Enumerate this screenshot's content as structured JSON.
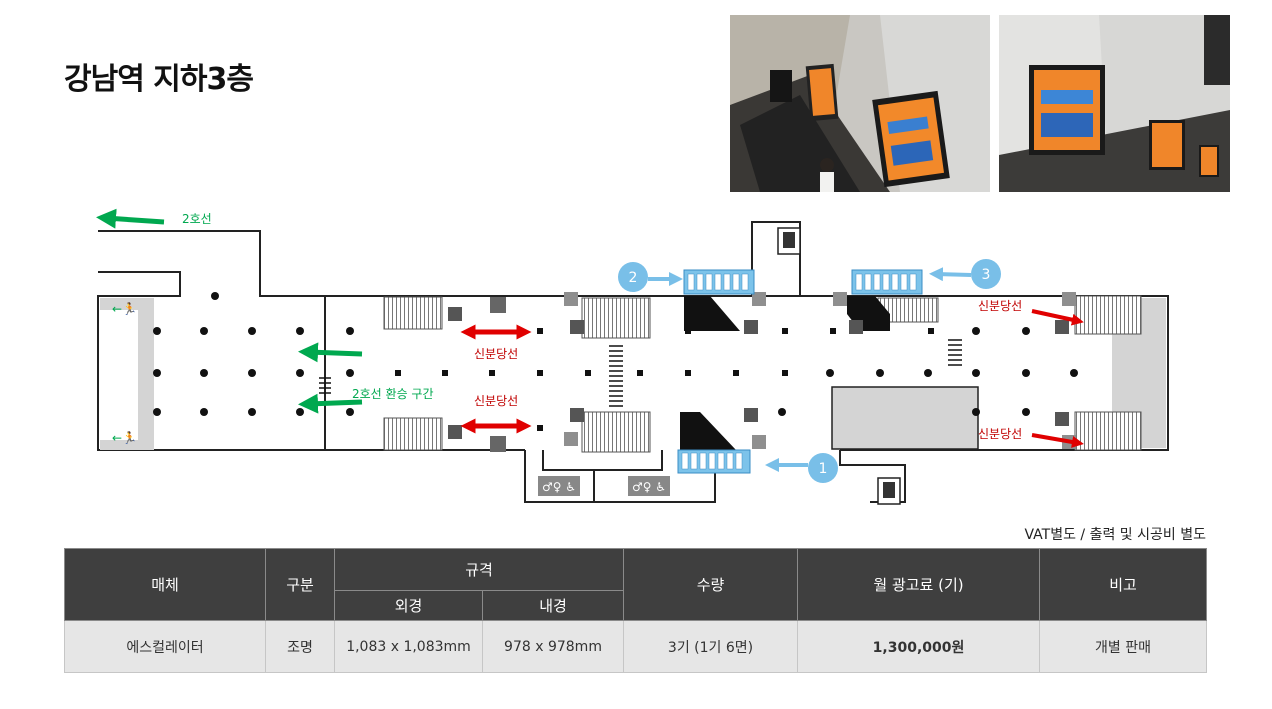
{
  "page": {
    "title": "강남역 지하3층"
  },
  "map": {
    "line2_label": "2호선",
    "transfer_label": "2호선 환승 구간",
    "side_label": "신분당선",
    "markers": [
      "1",
      "2",
      "3"
    ]
  },
  "note": "VAT별도 / 출력 및 시공비 별도",
  "table": {
    "headers": {
      "media": "매체",
      "type": "구분",
      "spec": "규격",
      "outer": "외경",
      "inner": "내경",
      "qty": "수량",
      "price": "월 광고료 (기)",
      "remark": "비고"
    },
    "row": {
      "media": "에스컬레이터",
      "type": "조명",
      "outer": "1,083 x 1,083mm",
      "inner": "978 x 978mm",
      "qty": "3기 (1기 6면)",
      "price": "1,300,000원",
      "remark": "개별 판매"
    }
  },
  "colors": {
    "line2_green": "#00a84f",
    "shinbundang_red": "#e00000",
    "marker_blue": "#79bfe8",
    "header_dark": "#3f3f3f",
    "price_red": "#b30000"
  }
}
